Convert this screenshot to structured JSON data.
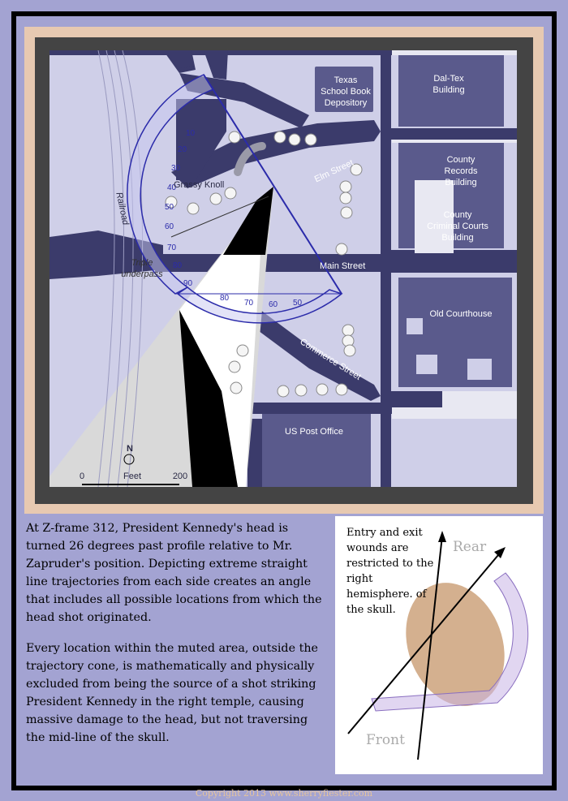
{
  "map": {
    "labels": {
      "tsbd": [
        "Texas",
        "School Book",
        "Depository"
      ],
      "daltex": [
        "Dal-Tex",
        "Building"
      ],
      "records": [
        "County",
        "Records",
        "Building"
      ],
      "criminal": [
        "County",
        "Criminal Courts",
        "Building"
      ],
      "courthouse": "Old Courthouse",
      "post_office": "US Post Office",
      "elm": "Elm Street",
      "main": "Main Street",
      "commerce": "Commerce Street",
      "grassy": "Grassy Knoll",
      "railroad": "Railroad",
      "underpass": [
        "Triple",
        "underpass"
      ]
    },
    "north": "N",
    "scale": {
      "unit": "Feet",
      "start": "0",
      "end": "200"
    },
    "protractor_ticks": [
      "10",
      "20",
      "30",
      "40",
      "50",
      "60",
      "70",
      "80",
      "90",
      "80",
      "70",
      "60",
      "50"
    ]
  },
  "caption": {
    "paragraph_1": "At Z-frame 312, President Kennedy's head is turned 26 degrees past profile relative to Mr. Zapruder's position. Depicting extreme straight line trajectories from each side creates an angle that includes all possible locations from which the head shot originated.",
    "paragraph_2": "Every location within the muted area, outside the trajectory cone, is mathematically and physically excluded from being the source of a shot striking President Kennedy in the right temple, causing massive damage to the head, but not traversing the mid-line of the skull."
  },
  "skull_panel": {
    "note": "Entry and exit wounds are restricted to the right hemisphere. of the skull.",
    "rear": "Rear",
    "front": "Front"
  },
  "copyright": "Copyright 2013 www.sherryfiester.com"
}
